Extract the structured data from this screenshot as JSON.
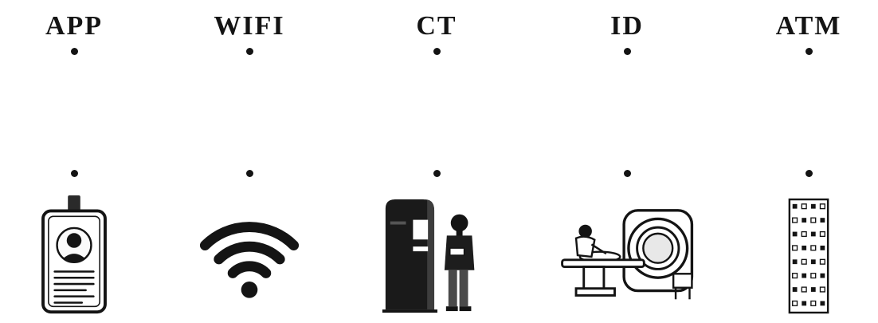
{
  "page": {
    "background": "#ffffff",
    "ink": "#141414"
  },
  "exercise": {
    "terms": [
      {
        "label": "APP"
      },
      {
        "label": "WIFI"
      },
      {
        "label": "CT"
      },
      {
        "label": "ID"
      },
      {
        "label": "ATM"
      }
    ],
    "pictures": [
      {
        "icon": "id-badge-icon",
        "alt": "ID badge card with photo"
      },
      {
        "icon": "wifi-signal-icon",
        "alt": "Wi-Fi signal waves"
      },
      {
        "icon": "atm-kiosk-icon",
        "alt": "Person standing at an ATM kiosk"
      },
      {
        "icon": "ct-scanner-icon",
        "alt": "CT scanner with patient table and technician"
      },
      {
        "icon": "app-menu-grid-icon",
        "alt": "Panel with grid of small app icons"
      }
    ]
  }
}
